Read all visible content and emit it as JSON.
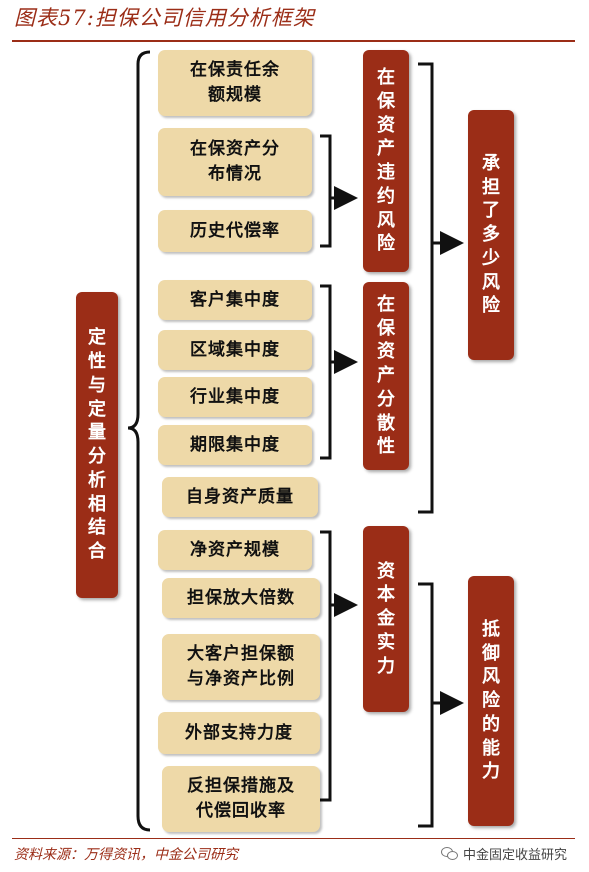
{
  "title": "图表57:担保公司信用分析框架",
  "source": "资料来源：万得资讯，中金公司研究",
  "watermark": "中金固定收益研究",
  "colors": {
    "accent": "#9b2d17",
    "box_fill": "#eed9a8"
  },
  "left_label": "定\n性\n与\n定\n量\n分\n析\n相\n结\n合",
  "factors": [
    "在保责任余\n额规模",
    "在保资产分\n布情况",
    "历史代偿率",
    "客户集中度",
    "区域集中度",
    "行业集中度",
    "期限集中度",
    "自身资产质量",
    "净资产规模",
    "担保放大倍数",
    "大客户担保额\n与净资产比例",
    "外部支持力度",
    "反担保措施及\n代偿回收率"
  ],
  "risks": [
    "在\n保\n资\n产\n违\n约\n风\n险",
    "在\n保\n资\n产\n分\n散\n性",
    "资\n本\n金\n实\n力"
  ],
  "outcomes": [
    "承\n担\n了\n多\n少\n风\n险",
    "抵\n御\n风\n险\n的\n能\n力"
  ]
}
